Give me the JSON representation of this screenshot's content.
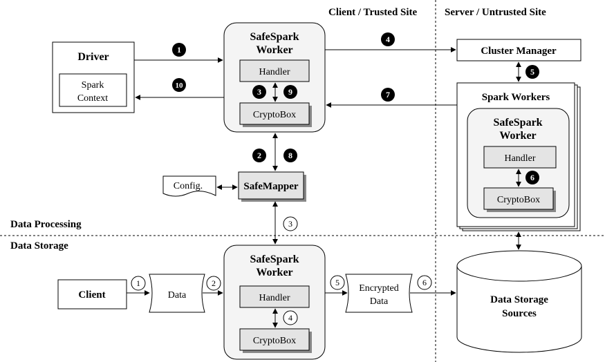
{
  "regions": {
    "client": "Client / Trusted Site",
    "server": "Server / Untrusted Site",
    "processing": "Data Processing",
    "storage": "Data Storage"
  },
  "driver": {
    "title": "Driver",
    "context_line1": "Spark",
    "context_line2": "Context"
  },
  "proc_worker": {
    "line1": "SafeSpark",
    "line2": "Worker",
    "handler": "Handler",
    "cryptobox": "CryptoBox"
  },
  "cluster_manager": "Cluster Manager",
  "spark_workers": {
    "title": "Spark Workers",
    "inner_line1": "SafeSpark",
    "inner_line2": "Worker",
    "handler": "Handler",
    "cryptobox": "CryptoBox"
  },
  "safemapper": "SafeMapper",
  "config": "Config.",
  "storage_worker": {
    "line1": "SafeSpark",
    "line2": "Worker",
    "handler": "Handler",
    "cryptobox": "CryptoBox"
  },
  "client_box": "Client",
  "data_doc": "Data",
  "encrypted_doc": {
    "line1": "Encrypted",
    "line2": "Data"
  },
  "storage_db": {
    "line1": "Data Storage",
    "line2": "Sources"
  },
  "steps_processing": [
    "1",
    "2",
    "3",
    "4",
    "5",
    "6",
    "7",
    "8",
    "9",
    "10"
  ],
  "steps_storage": [
    "1",
    "2",
    "3",
    "4",
    "5",
    "6"
  ]
}
